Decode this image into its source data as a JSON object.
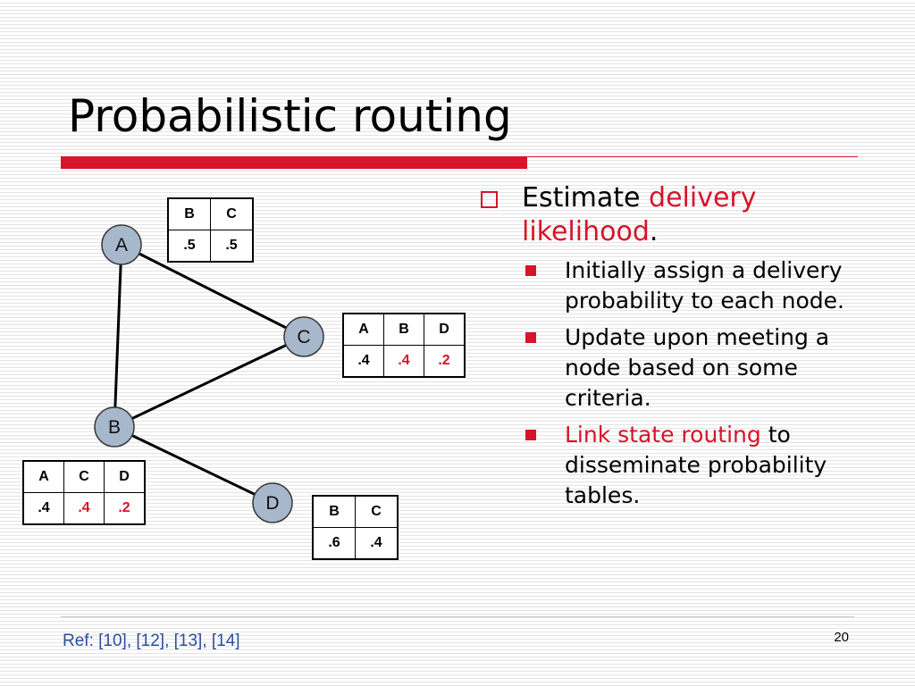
{
  "title": "Probabilistic routing",
  "diagram": {
    "nodes": [
      {
        "id": "A",
        "label": "A"
      },
      {
        "id": "B",
        "label": "B"
      },
      {
        "id": "C",
        "label": "C"
      },
      {
        "id": "D",
        "label": "D"
      }
    ],
    "edges": [
      [
        "A",
        "B"
      ],
      [
        "A",
        "C"
      ],
      [
        "B",
        "C"
      ],
      [
        "B",
        "D"
      ]
    ]
  },
  "tables": {
    "A": {
      "headers": [
        "B",
        "C"
      ],
      "values": [
        ".5",
        ".5"
      ],
      "red": [
        false,
        false
      ]
    },
    "C": {
      "headers": [
        "A",
        "B",
        "D"
      ],
      "values": [
        ".4",
        ".4",
        ".2"
      ],
      "red": [
        false,
        true,
        true
      ]
    },
    "B": {
      "headers": [
        "A",
        "C",
        "D"
      ],
      "values": [
        ".4",
        ".4",
        ".2"
      ],
      "red": [
        false,
        true,
        true
      ]
    },
    "D": {
      "headers": [
        "B",
        "C"
      ],
      "values": [
        ".6",
        ".4"
      ],
      "red": [
        false,
        false
      ]
    }
  },
  "bullets": {
    "main_plain": "Estimate ",
    "main_red": "delivery likelihood",
    "main_end": ".",
    "sub": [
      {
        "red": "",
        "text": "Initially assign a delivery probability to each node."
      },
      {
        "red": "",
        "text": "Update upon meeting a node based on some criteria."
      },
      {
        "red": "Link state routing",
        "text": " to disseminate probability tables."
      }
    ]
  },
  "footer": {
    "ref": "Ref: [10], [12], [13], [14]",
    "page": "20"
  },
  "colors": {
    "accent": "#d6142a",
    "node_fill": "#a7b7cc",
    "ref_text": "#2b4f9e"
  }
}
